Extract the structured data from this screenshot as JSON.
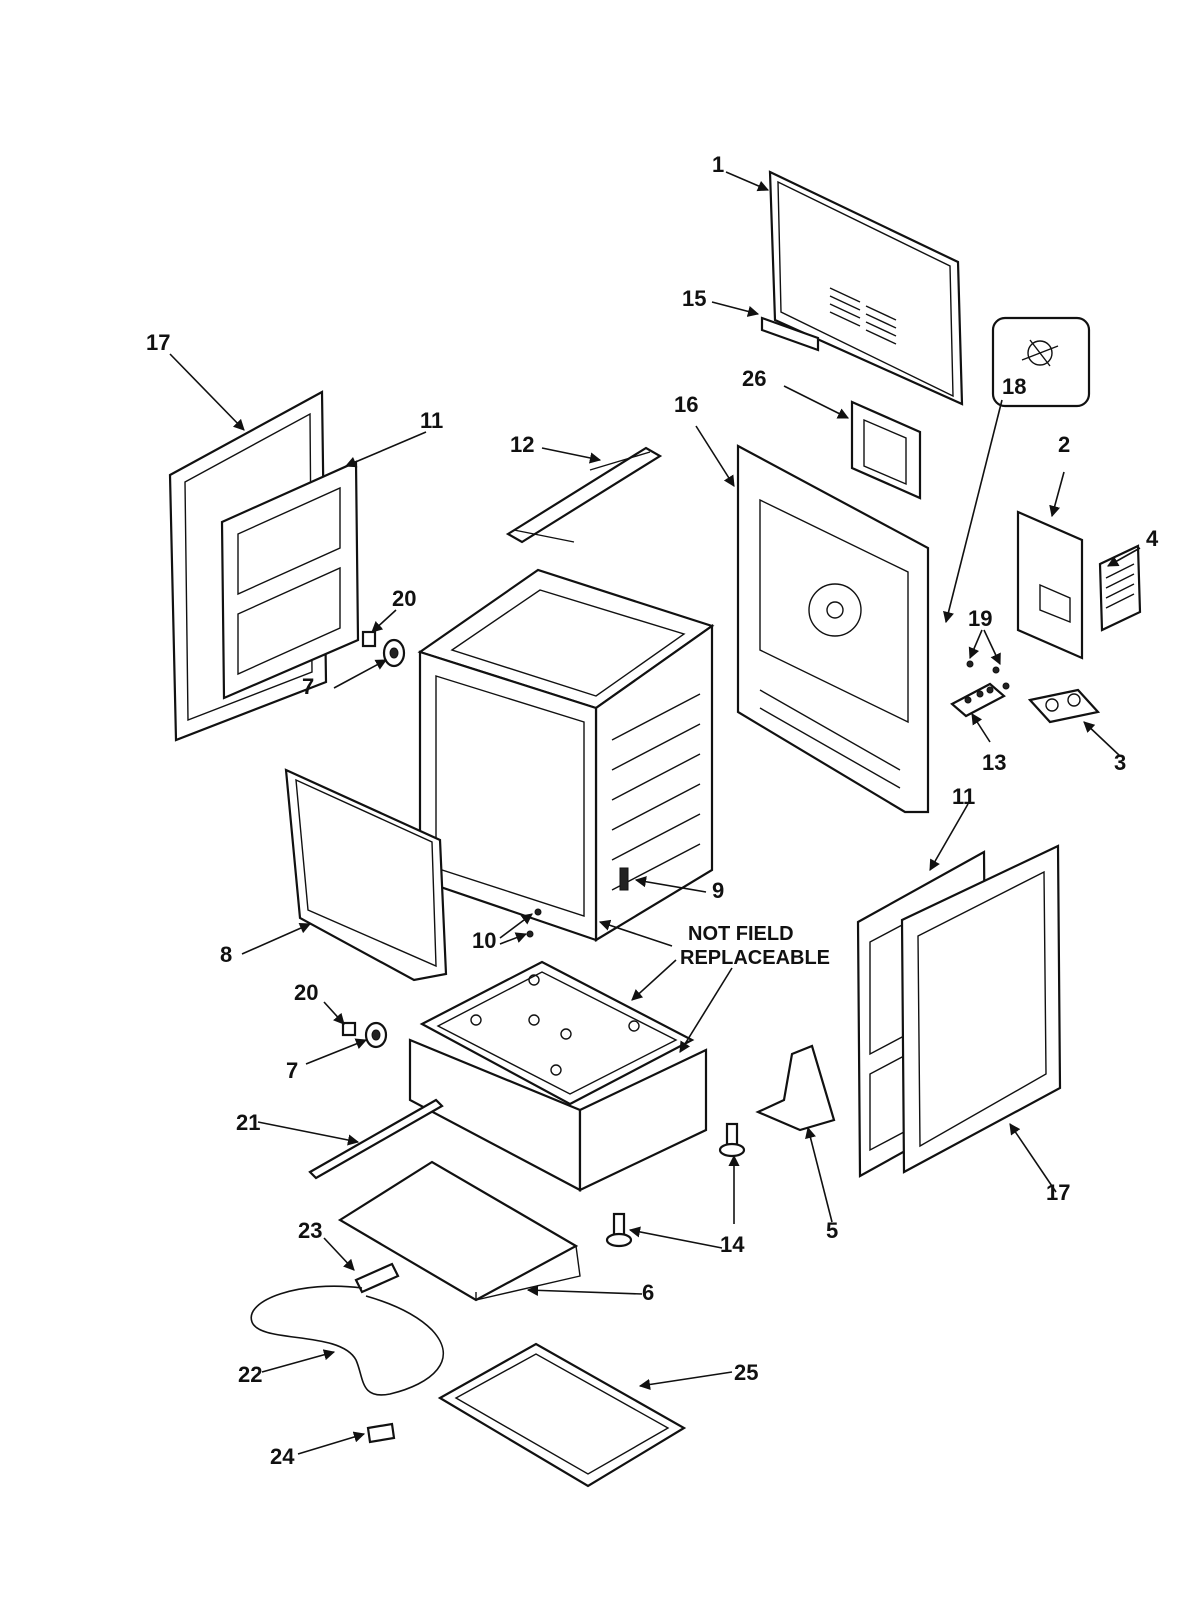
{
  "labels": {
    "l1": "1",
    "l2": "2",
    "l3": "3",
    "l4": "4",
    "l5": "5",
    "l6": "6",
    "l7a": "7",
    "l7b": "7",
    "l8": "8",
    "l9": "9",
    "l10": "10",
    "l11a": "11",
    "l11b": "11",
    "l12": "12",
    "l13": "13",
    "l14": "14",
    "l15": "15",
    "l16": "16",
    "l17a": "17",
    "l17b": "17",
    "l18": "18",
    "l19": "19",
    "l20a": "20",
    "l20b": "20",
    "l21": "21",
    "l22": "22",
    "l23": "23",
    "l24": "24",
    "l25": "25",
    "l26": "26"
  },
  "note": {
    "line1": "NOT FIELD",
    "line2": "REPLACEABLE"
  }
}
